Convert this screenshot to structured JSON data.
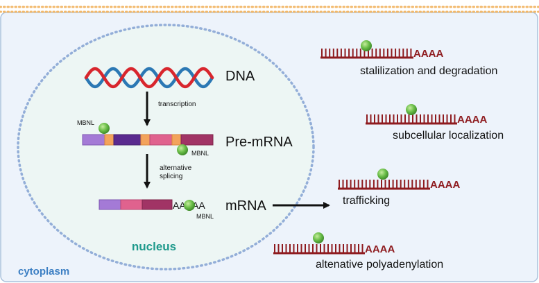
{
  "compartments": {
    "nucleus": "nucleus",
    "cytoplasm": "cytoplasm"
  },
  "process": {
    "dna": "DNA",
    "pre_mrna": "Pre-mRNA",
    "mrna": "mRNA",
    "step1": "transcription",
    "step2_line1": "alternative",
    "step2_line2": "splicing",
    "protein_label": "MBNL",
    "polya_tail": "AAAAA"
  },
  "functions": {
    "tail": "AAAA",
    "items": [
      "stalilization and degradation",
      "subcellular localization",
      "trafficking",
      "altenative polyadenylation"
    ]
  },
  "colors": {
    "cell_fill": "#edf3fb",
    "cell_border": "#a9c1dc",
    "membrane_dots": "#f2b86a",
    "nucleus_fill": "#edf6f4",
    "nucleus_border": "#93aed8",
    "nucleus_label": "#1f9a8c",
    "cytoplasm_label": "#3c7fc3",
    "rna": "#8e1b1f",
    "dna_red": "#d8262d",
    "dna_blue": "#2b78b4",
    "mbnl": "#6cbf4a",
    "exon_lavender": "#a47ad6",
    "exon_purple": "#5a2a8f",
    "exon_pink": "#e0628e",
    "exon_maroon": "#a13465",
    "intron_orange": "#f3a35c"
  }
}
